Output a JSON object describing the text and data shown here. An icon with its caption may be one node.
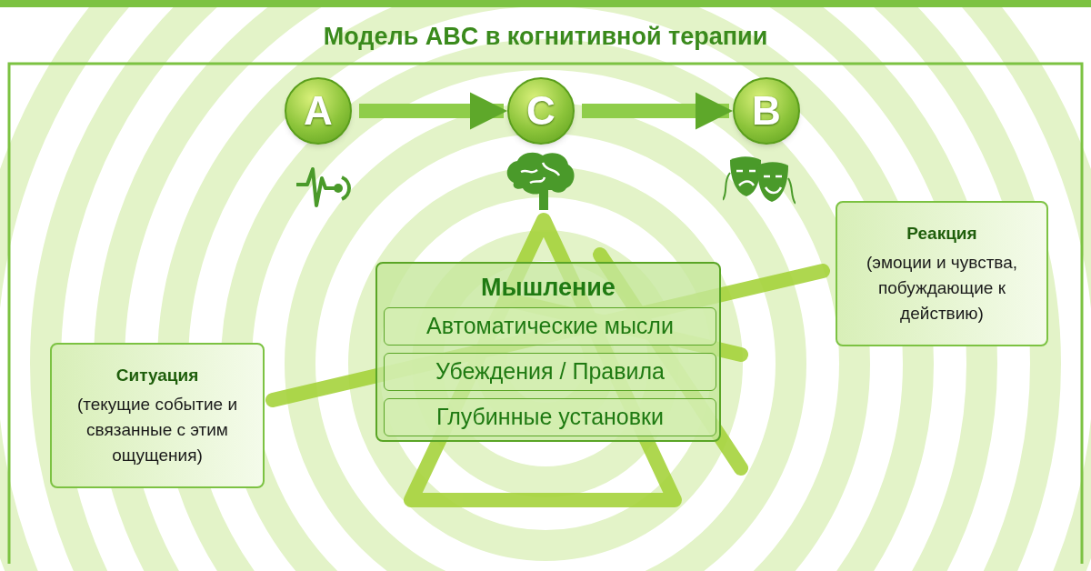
{
  "diagram": {
    "title": "Модель ABC в когнитивной терапии",
    "nodes": [
      {
        "text": [
          "A"
        ]
      },
      {
        "text": [
          "C"
        ]
      },
      {
        "text": [
          "B"
        ]
      },
      {
        "text": [
          "Ситуация",
          "(текущие событие и связанные с этим ощущения)"
        ]
      },
      {
        "text": [
          "Мышление"
        ]
      },
      {
        "text": [
          "Автоматические мысли"
        ],
        "in": 4
      },
      {
        "text": [
          "Убеждения / Правила"
        ],
        "in": 4
      },
      {
        "text": [
          "Глубинные установки"
        ],
        "in": 4
      },
      {
        "text": [
          "Реакция",
          "(эмоции и чувства, побуждающие к действию)"
        ]
      }
    ],
    "edges": [
      {
        "from": 0,
        "to": 1,
        "arrow": "to"
      },
      {
        "from": 1,
        "to": 2,
        "arrow": "to"
      }
    ]
  }
}
